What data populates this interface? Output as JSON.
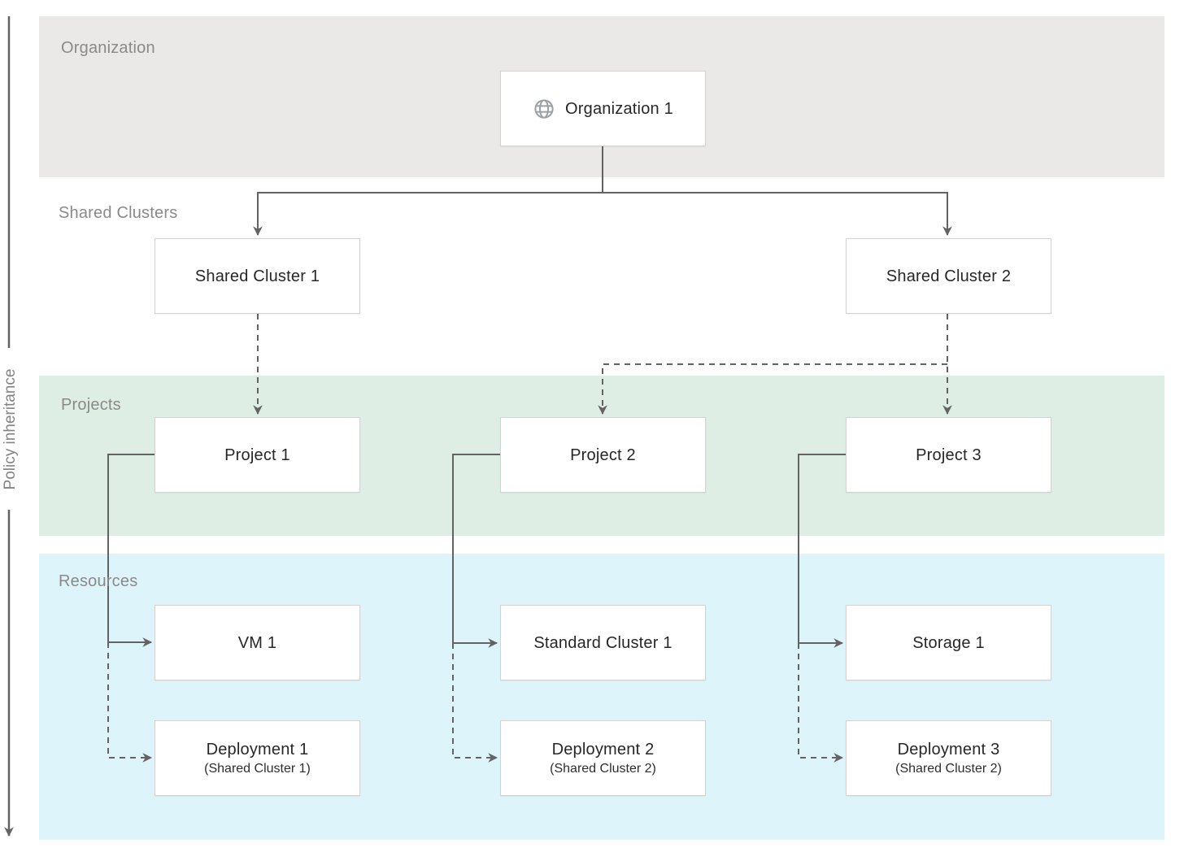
{
  "policy_axis": {
    "label": "Policy inheritance"
  },
  "bands": {
    "organization": {
      "label": "Organization",
      "bg": "#ebe9e7"
    },
    "shared_clusters": {
      "label": "Shared Clusters",
      "bg": "#ffffff"
    },
    "projects": {
      "label": "Projects",
      "bg": "#deeee4"
    },
    "resources": {
      "label": "Resources",
      "bg": "#def4fb"
    }
  },
  "nodes": {
    "organization_1": {
      "label": "Organization 1",
      "icon": "globe-icon"
    },
    "shared_cluster_1": {
      "label": "Shared Cluster 1"
    },
    "shared_cluster_2": {
      "label": "Shared Cluster 2"
    },
    "project_1": {
      "label": "Project 1"
    },
    "project_2": {
      "label": "Project 2"
    },
    "project_3": {
      "label": "Project 3"
    },
    "vm_1": {
      "label": "VM 1"
    },
    "standard_cluster_1": {
      "label": "Standard Cluster 1"
    },
    "storage_1": {
      "label": "Storage 1"
    },
    "deployment_1": {
      "label": "Deployment 1",
      "sublabel": "(Shared Cluster 1)"
    },
    "deployment_2": {
      "label": "Deployment 2",
      "sublabel": "(Shared Cluster 2)"
    },
    "deployment_3": {
      "label": "Deployment 3",
      "sublabel": "(Shared Cluster 2)"
    }
  },
  "edges": [
    {
      "from": "Organization 1",
      "to": "Shared Cluster 1",
      "style": "solid"
    },
    {
      "from": "Organization 1",
      "to": "Shared Cluster 2",
      "style": "solid"
    },
    {
      "from": "Shared Cluster 1",
      "to": "Project 1",
      "style": "dashed"
    },
    {
      "from": "Shared Cluster 2",
      "to": "Project 2",
      "style": "dashed"
    },
    {
      "from": "Shared Cluster 2",
      "to": "Project 3",
      "style": "dashed"
    },
    {
      "from": "Project 1",
      "to": "VM 1",
      "style": "solid"
    },
    {
      "from": "Project 1",
      "to": "Deployment 1",
      "style": "dashed"
    },
    {
      "from": "Project 2",
      "to": "Standard Cluster 1",
      "style": "solid"
    },
    {
      "from": "Project 2",
      "to": "Deployment 2",
      "style": "dashed"
    },
    {
      "from": "Project 3",
      "to": "Storage 1",
      "style": "solid"
    },
    {
      "from": "Project 3",
      "to": "Deployment 3",
      "style": "dashed"
    }
  ],
  "colors": {
    "line": "#636363",
    "band_organization": "#ebe9e7",
    "band_projects": "#deeee4",
    "band_resources": "#def4fb",
    "box_border": "#d5d3d1",
    "box_text": "#272727",
    "section_label": "#8a8a8a",
    "globe_icon": "#9aa0a6"
  }
}
